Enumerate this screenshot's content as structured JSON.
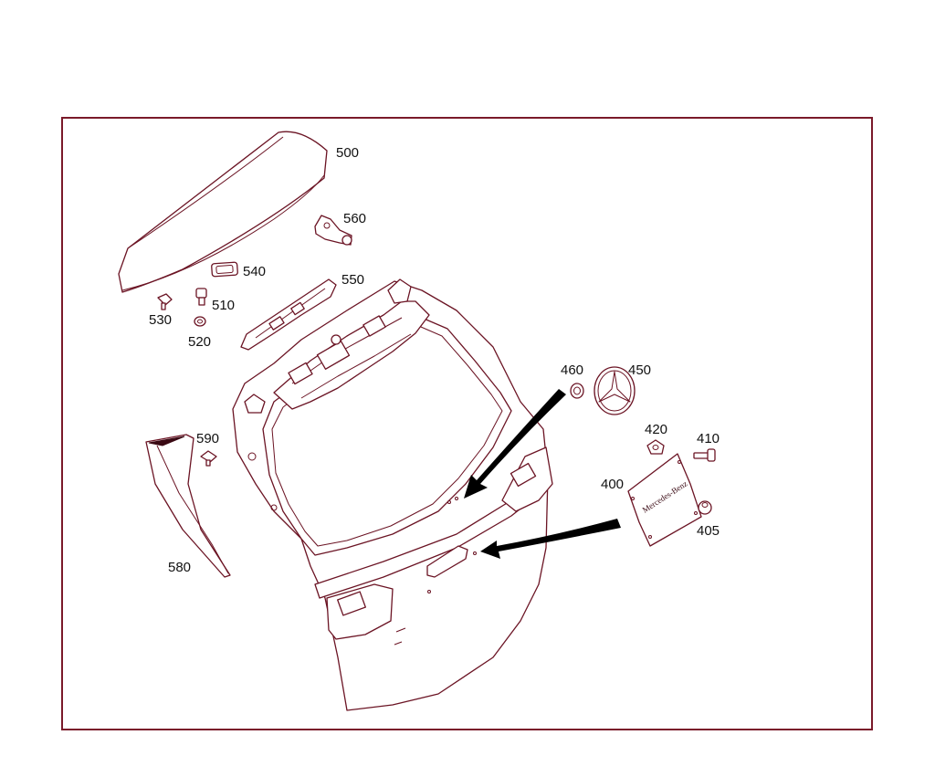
{
  "callouts": {
    "c500": "500",
    "c560": "560",
    "c540": "540",
    "c550": "550",
    "c510": "510",
    "c530": "530",
    "c520": "520",
    "c460": "460",
    "c450": "450",
    "c420": "420",
    "c410": "410",
    "c400": "400",
    "c405": "405",
    "c590": "590",
    "c580": "580"
  },
  "plate_text": "Mercedes-Benz",
  "colors": {
    "frame": "#7a1a2a",
    "line": "#6b1424"
  }
}
